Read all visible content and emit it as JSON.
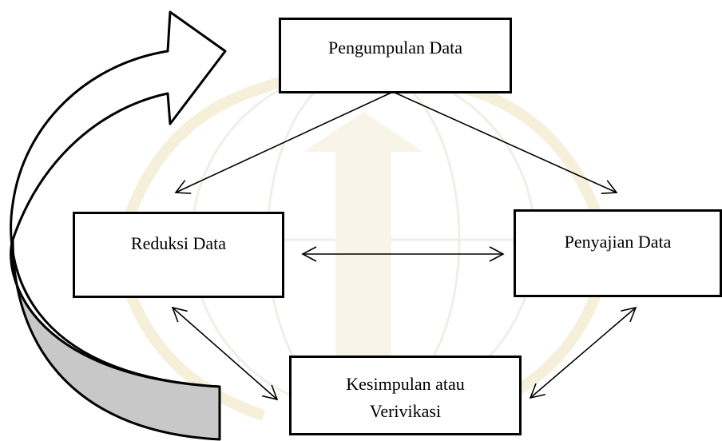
{
  "diagram": {
    "nodes": {
      "pengumpulan": "Pengumpulan Data",
      "reduksi": "Reduksi Data",
      "penyajian": "Penyajian Data",
      "kesimpulan": "Kesimpulan atau\nVerivikasi"
    },
    "edges": [
      {
        "from": "pengumpulan",
        "to": "reduksi",
        "direction": "forward"
      },
      {
        "from": "pengumpulan",
        "to": "penyajian",
        "direction": "forward"
      },
      {
        "from": "reduksi",
        "to": "penyajian",
        "direction": "both"
      },
      {
        "from": "reduksi",
        "to": "kesimpulan",
        "direction": "both"
      },
      {
        "from": "penyajian",
        "to": "kesimpulan",
        "direction": "both"
      },
      {
        "from": "kesimpulan",
        "to": "pengumpulan",
        "direction": "forward",
        "style": "curved-block-arrow"
      }
    ],
    "colors": {
      "line": "#000000",
      "box_fill": "#ffffff",
      "curved_arrow_shade": "#c8c8c8",
      "watermark": "#ece6cf"
    }
  }
}
